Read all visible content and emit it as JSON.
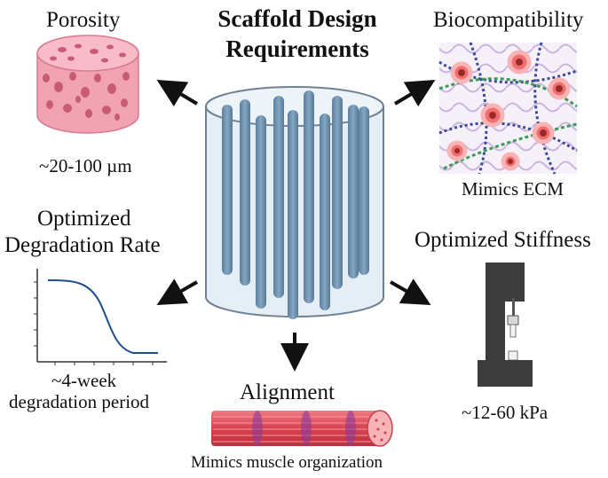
{
  "title": {
    "line1": "Scaffold Design",
    "line2": "Requirements"
  },
  "porosity": {
    "heading": "Porosity",
    "caption": "~20-100 µm"
  },
  "biocompatibility": {
    "heading": "Biocompatibility",
    "caption": "Mimics ECM"
  },
  "degradation": {
    "heading_line1": "Optimized",
    "heading_line2": "Degradation Rate",
    "caption_line1": "~4-week",
    "caption_line2": "degradation period"
  },
  "stiffness": {
    "heading": "Optimized Stiffness",
    "caption": "~12-60 kPa"
  },
  "alignment": {
    "heading": "Alignment",
    "caption": "Mimics muscle organization"
  },
  "colors": {
    "scaffold_fill": "#e6eef5",
    "scaffold_edge": "#6f8194",
    "fiber": "#6e93b2",
    "curve": "#1f4e8c",
    "pink": "#f2a3b3",
    "muscle": "#e0515e",
    "machine": "#3d3d3d"
  }
}
